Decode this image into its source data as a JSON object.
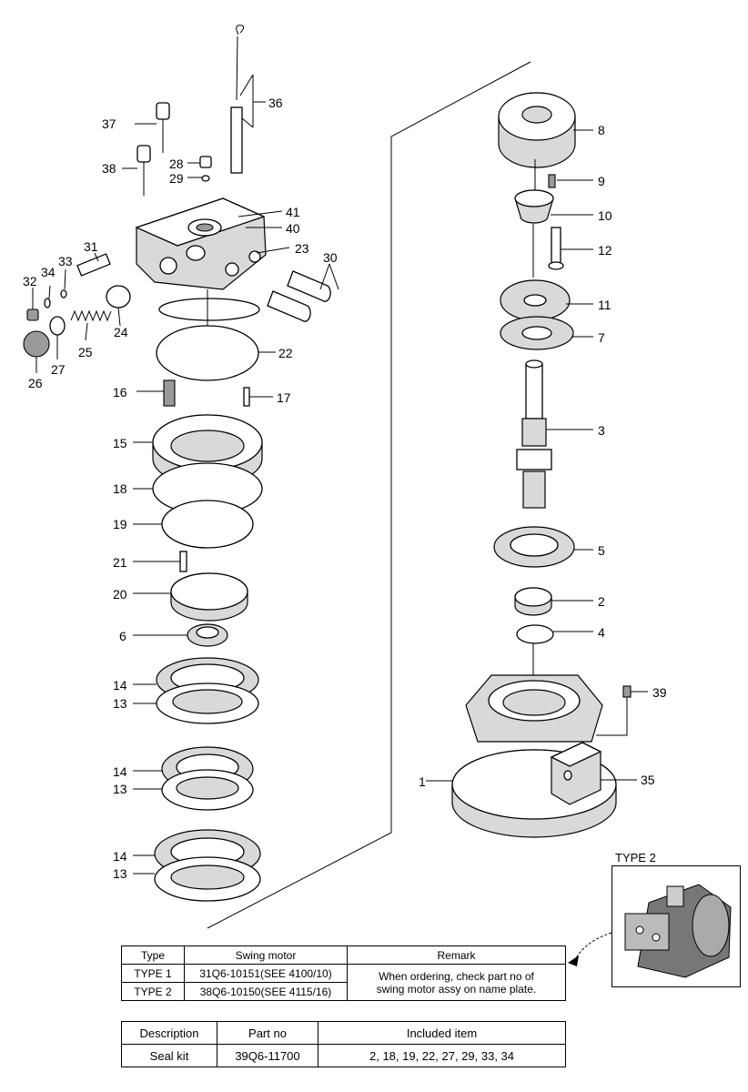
{
  "callouts": {
    "c1": "1",
    "c2": "2",
    "c3": "3",
    "c4": "4",
    "c5": "5",
    "c6": "6",
    "c7": "7",
    "c8": "8",
    "c9": "9",
    "c10": "10",
    "c11": "11",
    "c12": "12",
    "c13a": "13",
    "c13b": "13",
    "c13c": "13",
    "c14a": "14",
    "c14b": "14",
    "c14c": "14",
    "c15": "15",
    "c16": "16",
    "c17": "17",
    "c18": "18",
    "c19": "19",
    "c20": "20",
    "c21": "21",
    "c22": "22",
    "c23": "23",
    "c24": "24",
    "c25": "25",
    "c26": "26",
    "c27": "27",
    "c28": "28",
    "c29": "29",
    "c30": "30",
    "c31": "31",
    "c32": "32",
    "c33": "33",
    "c34": "34",
    "c35": "35",
    "c36": "36",
    "c37": "37",
    "c38": "38",
    "c39": "39",
    "c40": "40",
    "c41": "41"
  },
  "type2_label": "TYPE 2",
  "type_table": {
    "headers": [
      "Type",
      "Swing motor",
      "Remark"
    ],
    "rows": [
      {
        "type": "TYPE 1",
        "motor": "31Q6-10151(SEE 4100/10)"
      },
      {
        "type": "TYPE 2",
        "motor": "38Q6-10150(SEE 4115/16)"
      }
    ],
    "remark_line1": "When ordering, check part no of",
    "remark_line2": "swing motor assy on name plate."
  },
  "seal_table": {
    "headers": [
      "Description",
      "Part no",
      "Included item"
    ],
    "row": {
      "description": "Seal kit",
      "part_no": "39Q6-11700",
      "items": "2, 18, 19, 22, 27, 29, 33, 34"
    }
  }
}
